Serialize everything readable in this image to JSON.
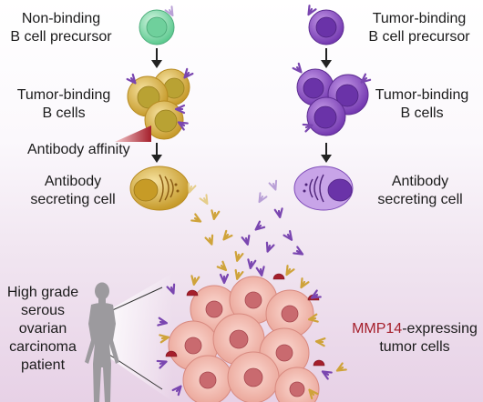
{
  "labels": {
    "left_precursor": [
      "Non-binding",
      "B cell precursor"
    ],
    "right_precursor": [
      "Tumor-binding",
      "B cell precursor"
    ],
    "left_binding": [
      "Tumor-binding",
      "B cells"
    ],
    "right_binding": [
      "Tumor-binding",
      "B cells"
    ],
    "affinity": "Antibody affinity",
    "left_secreting": [
      "Antibody",
      "secreting cell"
    ],
    "right_secreting": [
      "Antibody",
      "secreting cell"
    ],
    "patient": [
      "High grade",
      "serous",
      "ovarian",
      "carcinoma",
      "patient"
    ],
    "tumor_cells": {
      "gene": "MMP14",
      "suffix": "-expressing",
      "line2": "tumor cells"
    }
  },
  "colors": {
    "green_cell": "#86dcae",
    "gold_cell": "#d7b140",
    "purple_cell": "#8b4fc4",
    "dark_purple": "#5a2d8a",
    "affinity_red": "#a51f2b",
    "tumor_pink": "#f3b9ae",
    "tumor_nucleus": "#c96a6f"
  }
}
